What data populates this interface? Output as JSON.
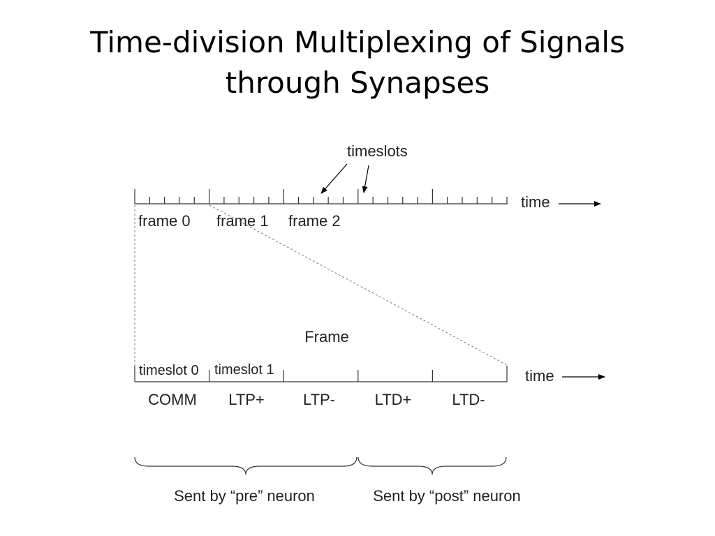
{
  "title": {
    "line1": "Time-division Multiplexing of Signals",
    "line2": "through Synapses"
  },
  "timeslots_callout": "timeslots",
  "time_label": "time",
  "frames": [
    "frame 0",
    "frame 1",
    "frame 2"
  ],
  "frame_title": "Frame",
  "timeslot_labels": [
    "timeslot 0",
    "timeslot 1"
  ],
  "slots": [
    "COMM",
    "LTP+",
    "LTP-",
    "LTD+",
    "LTD-"
  ],
  "groups": {
    "pre": "Sent by “pre” neuron",
    "post": "Sent by “post” neuron"
  },
  "colors": {
    "text": "#000000",
    "line": "#333333",
    "dashed": "#777777"
  }
}
